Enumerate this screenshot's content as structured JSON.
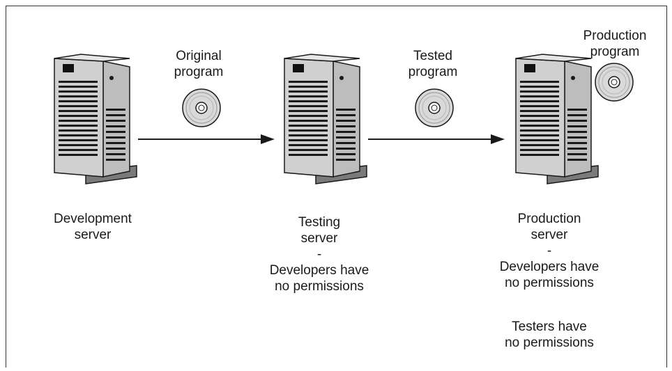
{
  "disc_labels": {
    "original": [
      "Original",
      "program"
    ],
    "tested": [
      "Tested",
      "program"
    ],
    "production": [
      "Production",
      "program"
    ]
  },
  "servers": {
    "development": {
      "lines": [
        "Development",
        "server"
      ]
    },
    "testing": {
      "lines": [
        "Testing",
        "server",
        "-",
        "Developers have",
        "no permissions"
      ]
    },
    "production": {
      "lines": [
        "Production",
        "server",
        "-",
        "Developers have",
        "no permissions"
      ],
      "extra_lines": [
        "Testers have",
        "no permissions"
      ]
    }
  },
  "icons": {
    "server": "tower-server-icon",
    "disc": "cd-disc-icon",
    "arrow": "right-arrow-icon"
  },
  "colors": {
    "server_light": "#c8c8c8",
    "server_dark": "#1a1a1a",
    "disc_fill": "#d9d9d9",
    "line": "#1a1a1a"
  }
}
